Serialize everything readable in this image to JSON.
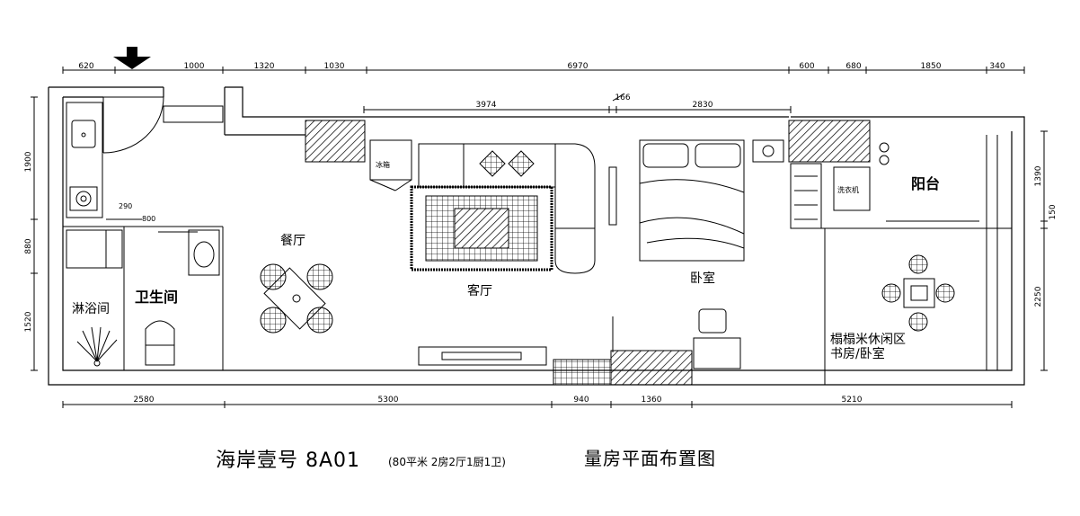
{
  "dimensions": {
    "top_row": [
      "620",
      "1000",
      "1320",
      "1030",
      "6970",
      "600",
      "680",
      "1850",
      "340"
    ],
    "inner_top": [
      "3974",
      "166",
      "2830"
    ],
    "bottom_row": [
      "2580",
      "5300",
      "940",
      "1360",
      "5210"
    ],
    "left_col": [
      "1900",
      "880",
      "1520"
    ],
    "right_col": [
      "1390",
      "150",
      "2250"
    ],
    "bathroom": [
      "290",
      "800"
    ]
  },
  "rooms": {
    "dining": "餐厅",
    "living": "客厅",
    "bedroom": "卧室",
    "bathroom": "卫生间",
    "shower": "淋浴间",
    "balcony": "阳台",
    "leisure_line1": "榻榻米休闲区",
    "leisure_line2": "书房/卧室",
    "fridge": "冰箱",
    "washer": "洗衣机"
  },
  "title": {
    "main": "海岸壹号 8A01",
    "sub": "(80平米 2房2厅1厨1卫)",
    "tail": "量房平面布置图"
  }
}
